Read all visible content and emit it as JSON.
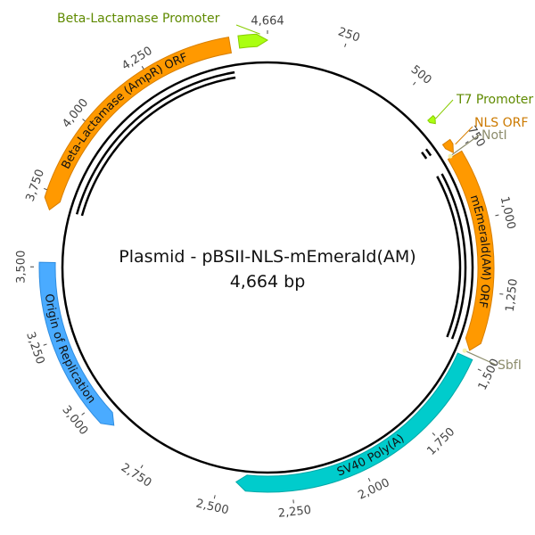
{
  "plasmid": {
    "title": "Plasmid - pBSII-NLS-mEmerald(AM)",
    "length_label": "4,664 bp",
    "length_bp": 4664
  },
  "ticks": [
    {
      "pos": 250,
      "label": "250"
    },
    {
      "pos": 500,
      "label": "500"
    },
    {
      "pos": 750,
      "label": "750"
    },
    {
      "pos": 1000,
      "label": "1,000"
    },
    {
      "pos": 1250,
      "label": "1,250"
    },
    {
      "pos": 1500,
      "label": "1,500"
    },
    {
      "pos": 1750,
      "label": "1,750"
    },
    {
      "pos": 2000,
      "label": "2,000"
    },
    {
      "pos": 2250,
      "label": "2,250"
    },
    {
      "pos": 2500,
      "label": "2,500"
    },
    {
      "pos": 2750,
      "label": "2,750"
    },
    {
      "pos": 3000,
      "label": "3,000"
    },
    {
      "pos": 3250,
      "label": "3,250"
    },
    {
      "pos": 3500,
      "label": "3,500"
    },
    {
      "pos": 3750,
      "label": "3,750"
    },
    {
      "pos": 4000,
      "label": "4,000"
    },
    {
      "pos": 4250,
      "label": "4,250"
    },
    {
      "pos": 4664,
      "label": "4,664"
    }
  ],
  "features": [
    {
      "id": "ampr",
      "label": "Beta-Lactamase (AmpR) ORF",
      "start": 3690,
      "end": 4540,
      "dir": -1,
      "color": "#ff9900",
      "stroke": "#d87f00",
      "inline": true,
      "textdir": 1
    },
    {
      "id": "bla-promoter",
      "label": "Beta-Lactamase Promoter",
      "start": 4570,
      "end": 4664,
      "dir": 1,
      "color": "#aaff11",
      "stroke": "#88cc00",
      "inline": false,
      "labelColor": "#5f8a00"
    },
    {
      "id": "ori",
      "label": "Origin of Replication",
      "start": 2905,
      "end": 3515,
      "dir": -1,
      "color": "#4aabff",
      "stroke": "#2f8de0",
      "inline": true,
      "textdir": -1
    },
    {
      "id": "sv40",
      "label": "SV40 Poly(A)",
      "start": 1480,
      "end": 2440,
      "dir": 1,
      "color": "#00cccc",
      "stroke": "#00a8a8",
      "inline": true,
      "textdir": -1
    },
    {
      "id": "memerald",
      "label": "mEmerald(AM) ORF",
      "start": 765,
      "end": 1455,
      "dir": 1,
      "color": "#ff9900",
      "stroke": "#d87f00",
      "inline": true,
      "textdir": 1
    },
    {
      "id": "nls",
      "label": "NLS ORF",
      "start": 712,
      "end": 755,
      "dir": 1,
      "color": "#ff9900",
      "stroke": "#d87f00",
      "inline": false,
      "labelColor": "#cc7a00"
    },
    {
      "id": "t7",
      "label": "T7 Promoter",
      "start": 615,
      "end": 640,
      "dir": 1,
      "color": "#aaff11",
      "stroke": "#88cc00",
      "inline": false,
      "labelColor": "#5f8a00"
    }
  ],
  "sites": [
    {
      "id": "noti",
      "label": "NotI",
      "pos": 760,
      "color": "#8c8c6c"
    },
    {
      "id": "sbfi",
      "label": "SbfI",
      "pos": 1462,
      "color": "#8c8c6c"
    }
  ]
}
